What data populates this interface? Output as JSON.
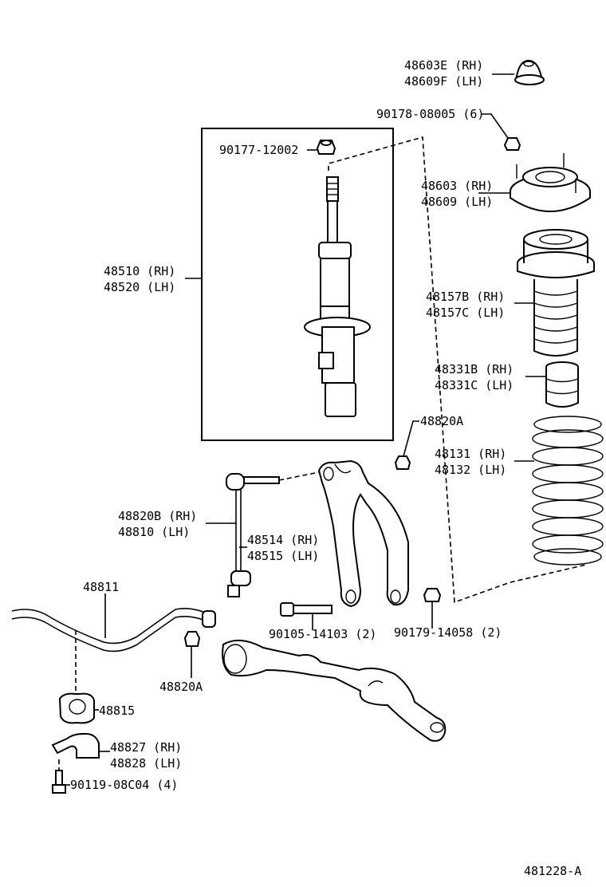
{
  "diagram_id": "481228-A",
  "labels": {
    "mount_cap": [
      "48603E (RH)",
      "48609F (LH)"
    ],
    "mount_nut": "90178-08005 (6)",
    "strut_nut": "90177-12002",
    "strut_mount": [
      "48603 (RH)",
      "48609 (LH)"
    ],
    "shock_absorber": [
      "48510 (RH)",
      "48520 (LH)"
    ],
    "dust_boot": [
      "48157B (RH)",
      "48157C (LH)"
    ],
    "bump_stop": [
      "48331B (RH)",
      "48331C (LH)"
    ],
    "link_nut_top": "48820A",
    "coil_spring": [
      "48131 (RH)",
      "48132 (LH)"
    ],
    "stabilizer_link": [
      "48820B (RH)",
      "48810   (LH)"
    ],
    "steering_knuckle_fork": [
      "48514 (RH)",
      "48515 (LH)"
    ],
    "stabilizer_bar": "48811",
    "fork_bolt": "90105-14103 (2)",
    "fork_nut": "90179-14058 (2)",
    "link_nut_bottom": "48820A",
    "bushing": "48815",
    "bracket": [
      "48827 (RH)",
      "48828 (LH)"
    ],
    "bracket_bolt": "90119-08C04 (4)"
  }
}
